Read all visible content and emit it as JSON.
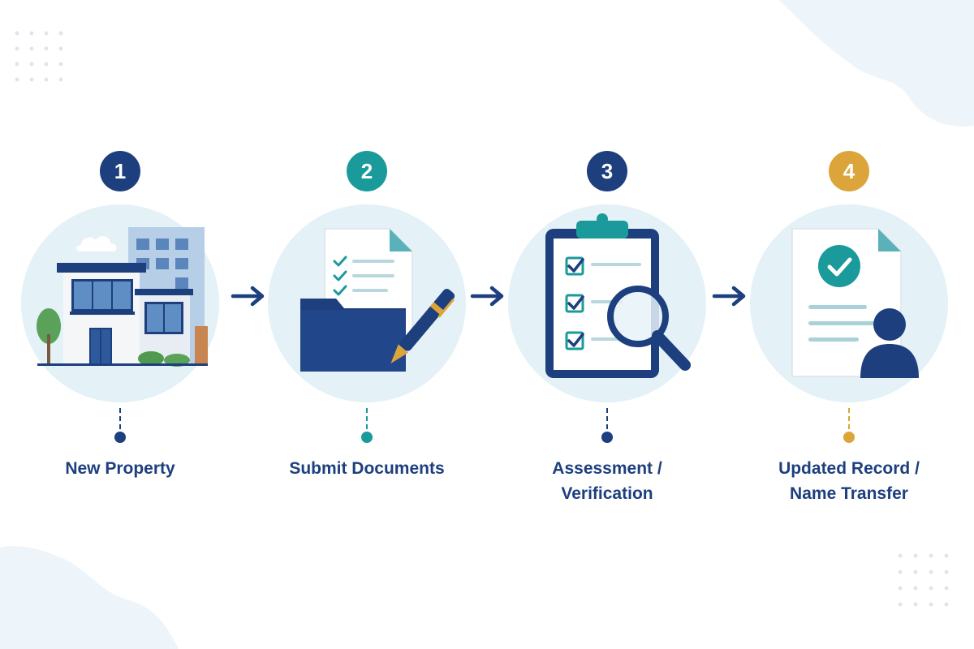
{
  "colors": {
    "navy": "#1d3f7e",
    "teal": "#1b9a9b",
    "gold": "#dca53b",
    "circle_fill": "#e4f1f7",
    "background_blob": "#eef5fa"
  },
  "steps": [
    {
      "number": "1",
      "label_lines": [
        "New Property"
      ],
      "badge_color": "#1d3f7e",
      "icon": "building-icon"
    },
    {
      "number": "2",
      "label_lines": [
        "Submit Documents"
      ],
      "badge_color": "#1b9a9b",
      "icon": "documents-folder-pen-icon"
    },
    {
      "number": "3",
      "label_lines": [
        "Assessment /",
        "Verification"
      ],
      "badge_color": "#1d3f7e",
      "icon": "clipboard-magnifier-icon"
    },
    {
      "number": "4",
      "label_lines": [
        "Updated Record /",
        "Name Transfer"
      ],
      "badge_color": "#dca53b",
      "icon": "approved-document-user-icon"
    }
  ],
  "connectors": [
    "arrow-right-icon",
    "arrow-right-icon",
    "arrow-right-icon"
  ]
}
